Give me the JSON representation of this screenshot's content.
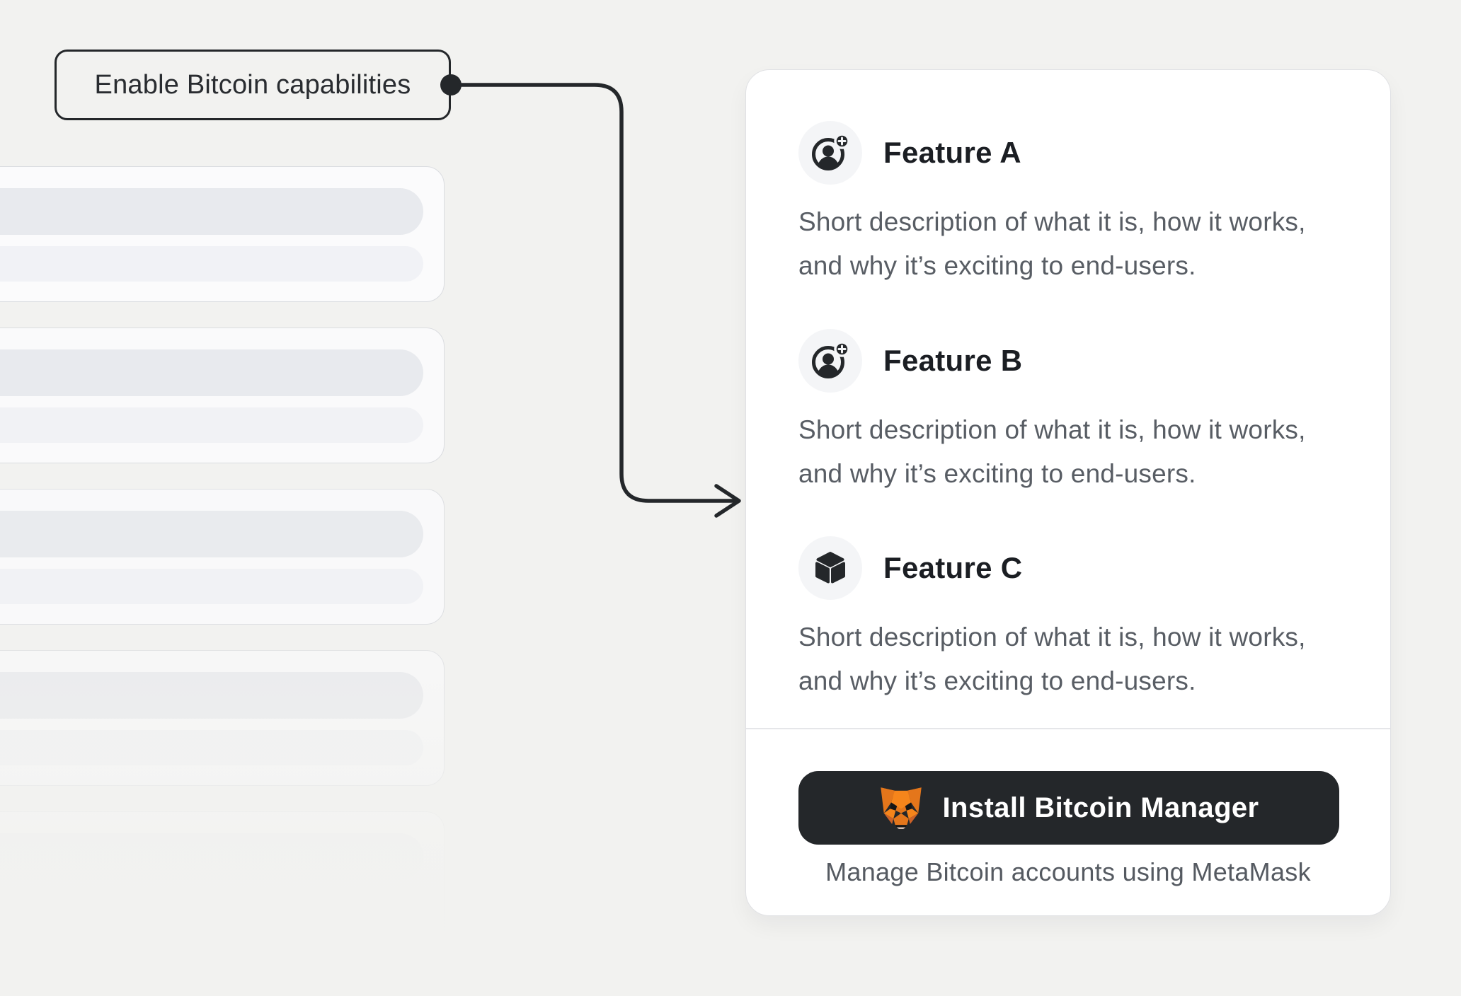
{
  "page": {
    "background": "#f2f2f0"
  },
  "annotation": {
    "label": "Enable Bitcoin capabilities",
    "connector": "elbow-arrow-right"
  },
  "skeleton_list": {
    "card_count": 5,
    "bars_per_card": 2
  },
  "feature_card": {
    "features": [
      {
        "title": "Feature A",
        "icon": "user-add-icon",
        "description": "Short description of what it is, how it works, and why it’s exciting to end-users."
      },
      {
        "title": "Feature B",
        "icon": "user-add-icon",
        "description": "Short description of what it is, how it works, and why it’s exciting to end-users."
      },
      {
        "title": "Feature C",
        "icon": "cube-icon",
        "description": "Short description of what it is, how it works, and why it’s exciting to end-users."
      }
    ],
    "footer": {
      "install_button_label": "Install Bitcoin Manager",
      "install_button_icon": "metamask-fox-icon",
      "caption": "Manage Bitcoin accounts using MetaMask"
    }
  },
  "colors": {
    "ink": "#24272a",
    "title_text": "#1b1e23",
    "body_text": "#585d64",
    "caption_text": "#555a61",
    "card_background": "#ffffff",
    "card_border": "#e0e1e4",
    "divider": "#e5e6e9",
    "icon_circle_background": "#f4f5f7",
    "button_background": "#24272a",
    "button_text": "#ffffff",
    "fox_orange": "#e4761b",
    "skeleton_border": "#dadce0",
    "skeleton_bar_dark": "#e8eaee",
    "skeleton_bar_light": "#f1f2f6"
  }
}
